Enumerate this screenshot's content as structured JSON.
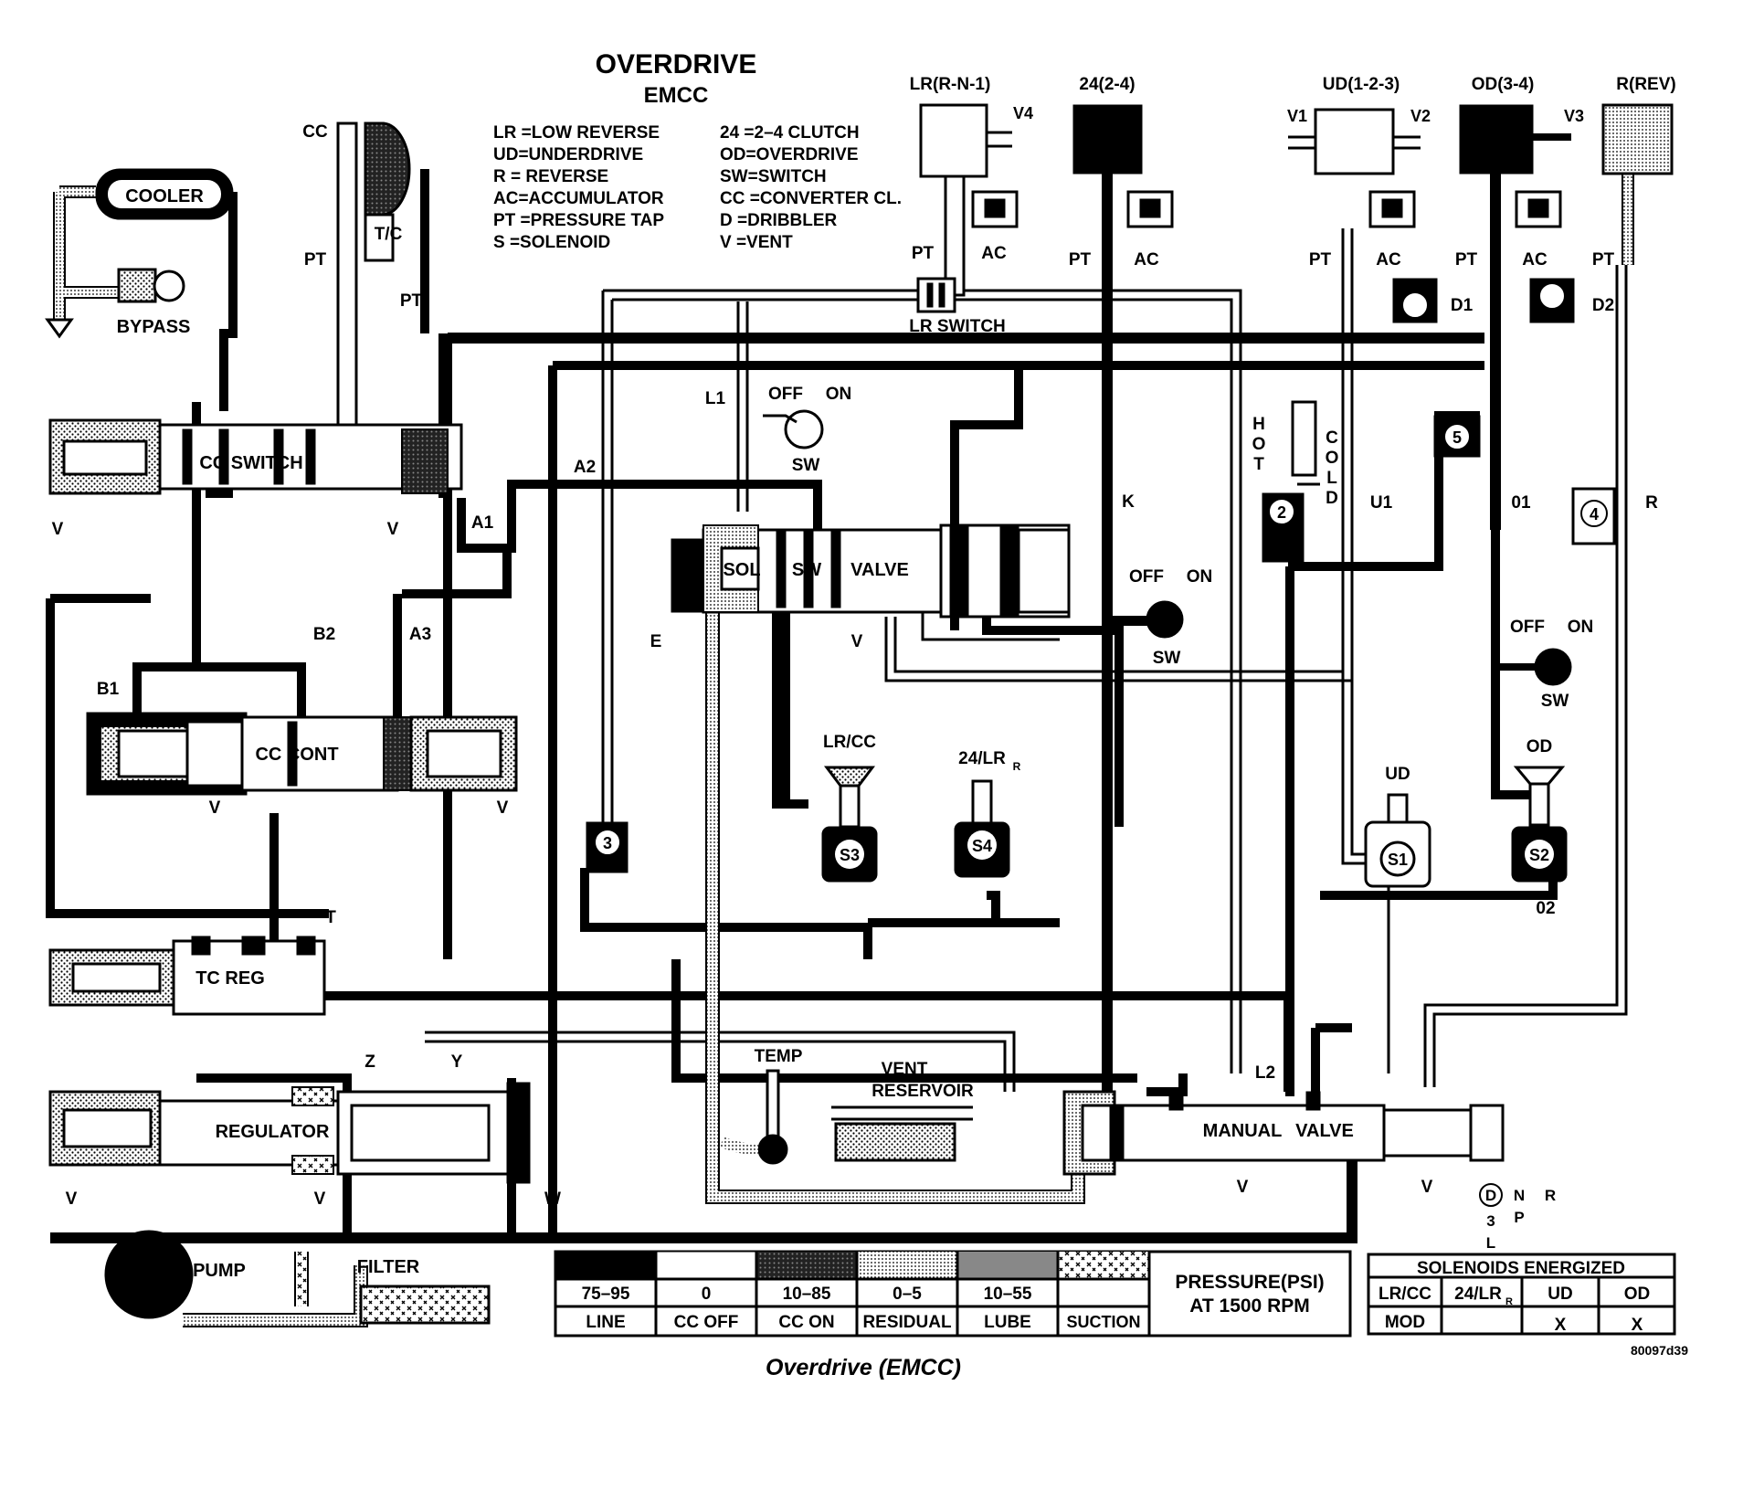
{
  "title": {
    "main": "OVERDRIVE",
    "sub": "EMCC"
  },
  "caption": "Overdrive (EMCC)",
  "figure_id": "80097d39",
  "abbreviations_left": [
    "LR =LOW REVERSE",
    "UD=UNDERDRIVE",
    "R  = REVERSE",
    "AC=ACCUMULATOR",
    "PT =PRESSURE TAP",
    "S   =SOLENOID"
  ],
  "abbreviations_right": [
    "24  =2–4 CLUTCH",
    "OD=OVERDRIVE",
    "SW=SWITCH",
    "CC =CONVERTER CL.",
    "D   =DRIBBLER",
    "V   =VENT"
  ],
  "clutches": {
    "lr": "LR(R-N-1)",
    "c24": "24(2-4)",
    "ud": "UD(1-2-3)",
    "od": "OD(3-4)",
    "rev": "R(REV)"
  },
  "components": {
    "cooler": "COOLER",
    "bypass": "BYPASS",
    "tc": "T/C",
    "cc_switch": "CC SWITCH",
    "cc_cont": "CC CONT",
    "tc_reg": "TC REG",
    "regulator": "REGULATOR",
    "pump": "PUMP",
    "filter": "FILTER",
    "lr_switch": "LR SWITCH",
    "sol": "SOL",
    "sw": "SW",
    "valve": "VALVE",
    "manual": "MANUAL",
    "manual_valve": "VALVE",
    "temp": "TEMP",
    "vent_reservoir_1": "VENT",
    "vent_reservoir_2": "RESERVOIR",
    "hot": "HOT",
    "cold": "COLD"
  },
  "labels": {
    "cc": "CC",
    "pt": "PT",
    "ac": "AC",
    "v": "V",
    "v1": "V1",
    "v2": "V2",
    "v3": "V3",
    "v4": "V4",
    "a1": "A1",
    "a2": "A2",
    "a3": "A3",
    "b1": "B1",
    "b2": "B2",
    "l1": "L1",
    "l2": "L2",
    "k": "K",
    "e": "E",
    "u1": "U1",
    "o1": "01",
    "o2": "02",
    "r": "R",
    "t": "T",
    "w": "W",
    "y": "Y",
    "z": "Z",
    "d1": "D1",
    "d2": "D2",
    "off": "OFF",
    "on": "ON",
    "sw": "SW",
    "lrcc": "LR/CC",
    "lr24": "24/LR",
    "lr24_sub": "R",
    "ud": "UD",
    "od": "OD",
    "s1": "S1",
    "s2": "S2",
    "s3": "S3",
    "s4": "S4",
    "c2": "2",
    "c3": "3",
    "c4": "4",
    "c5": "5",
    "gear_d": "D",
    "gear_3": "3",
    "gear_l": "L",
    "gear_n": "N",
    "gear_p": "P",
    "gear_r": "R"
  },
  "pressure_legend": {
    "heading": [
      "PRESSURE(PSI)",
      "AT 1500 RPM"
    ],
    "columns": [
      {
        "psi": "75–95",
        "name": "LINE"
      },
      {
        "psi": "0",
        "name": "CC OFF"
      },
      {
        "psi": "10–85",
        "name": "CC ON"
      },
      {
        "psi": "0–5",
        "name": "RESIDUAL"
      },
      {
        "psi": "10–55",
        "name": "LUBE"
      },
      {
        "psi": "",
        "name": "SUCTION"
      }
    ]
  },
  "solenoid_table": {
    "title": "SOLENOIDS ENERGIZED",
    "headers": [
      "LR/CC",
      "24/LR",
      "UD",
      "OD"
    ],
    "header_sub": [
      "",
      "R",
      "",
      ""
    ],
    "row": [
      "MOD",
      "",
      "X",
      "X"
    ]
  }
}
